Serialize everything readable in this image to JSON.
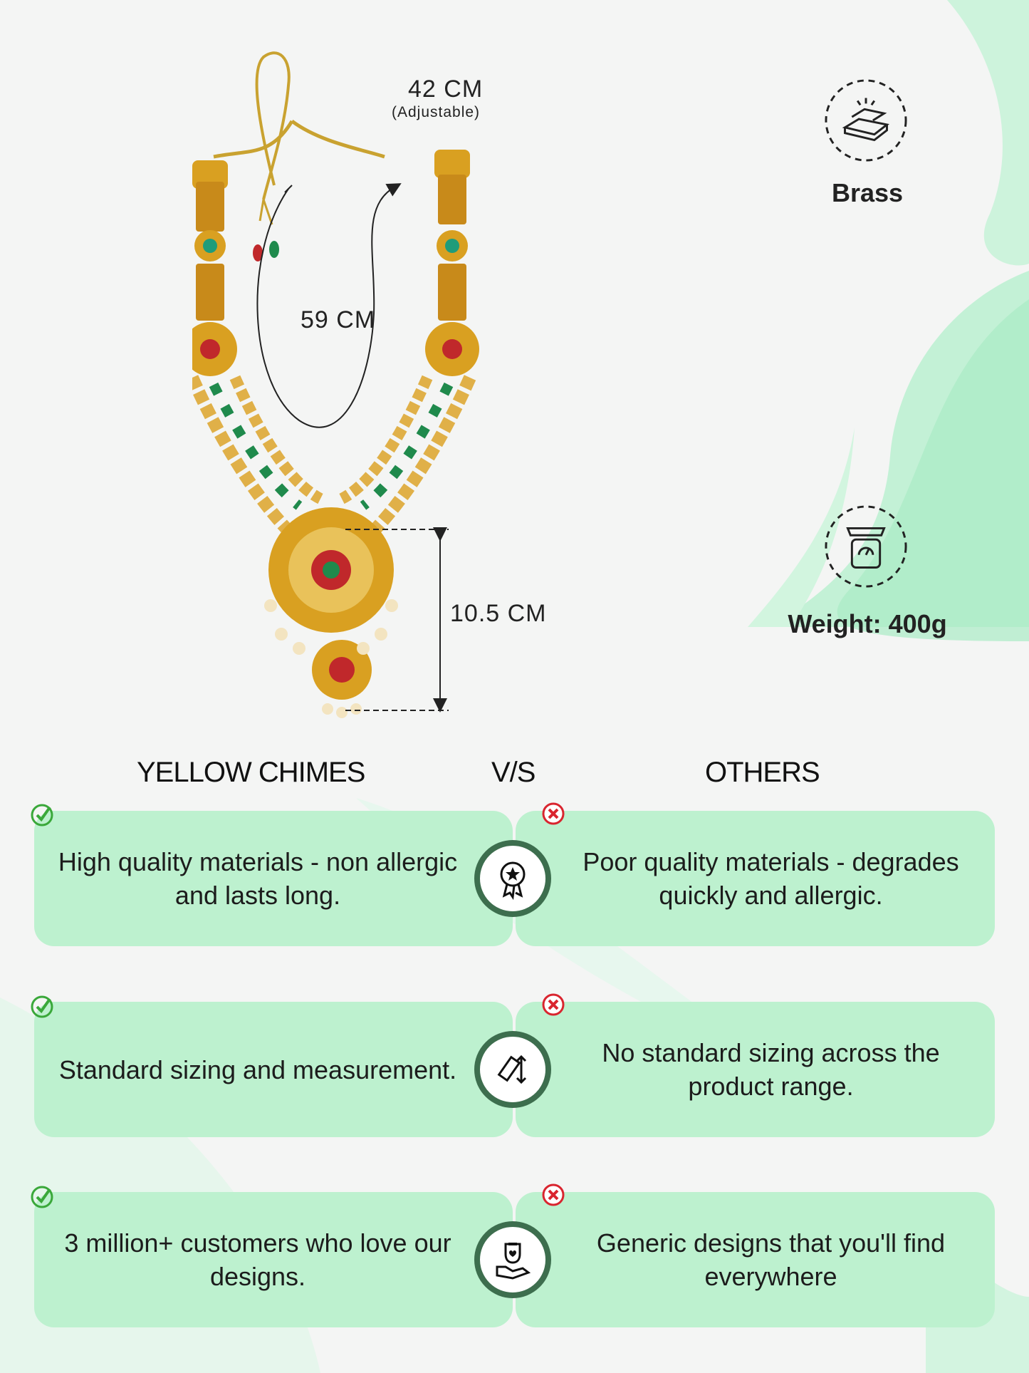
{
  "dimensions": {
    "chain_length": "42 CM",
    "chain_note": "(Adjustable)",
    "necklace_length": "59 CM",
    "pendant_length": "10.5 CM"
  },
  "features": [
    {
      "icon": "gold-bars-icon",
      "label": "Brass"
    },
    {
      "icon": "weighing-scale-icon",
      "label": "Weight: 400g"
    }
  ],
  "comparison": {
    "left_title": "YELLOW CHIMES",
    "vs": "V/S",
    "right_title": "OTHERS",
    "rows": [
      {
        "icon": "quality-badge-icon",
        "ours": "High quality materials - non allergic and lasts long.",
        "others": "Poor quality materials - degrades quickly and allergic."
      },
      {
        "icon": "ruler-measure-icon",
        "ours": "Standard sizing and measurement.",
        "others": "No standard sizing across the product range."
      },
      {
        "icon": "customer-love-icon",
        "ours": "3 million+ customers who love our designs.",
        "others": "Generic designs that you'll find everywhere"
      }
    ]
  },
  "colors": {
    "card": "#bdf1cf",
    "icon_ring": "#3d6e4e",
    "check": "#3aa83a",
    "cross": "#d9252f",
    "gold": "#d9a021"
  }
}
